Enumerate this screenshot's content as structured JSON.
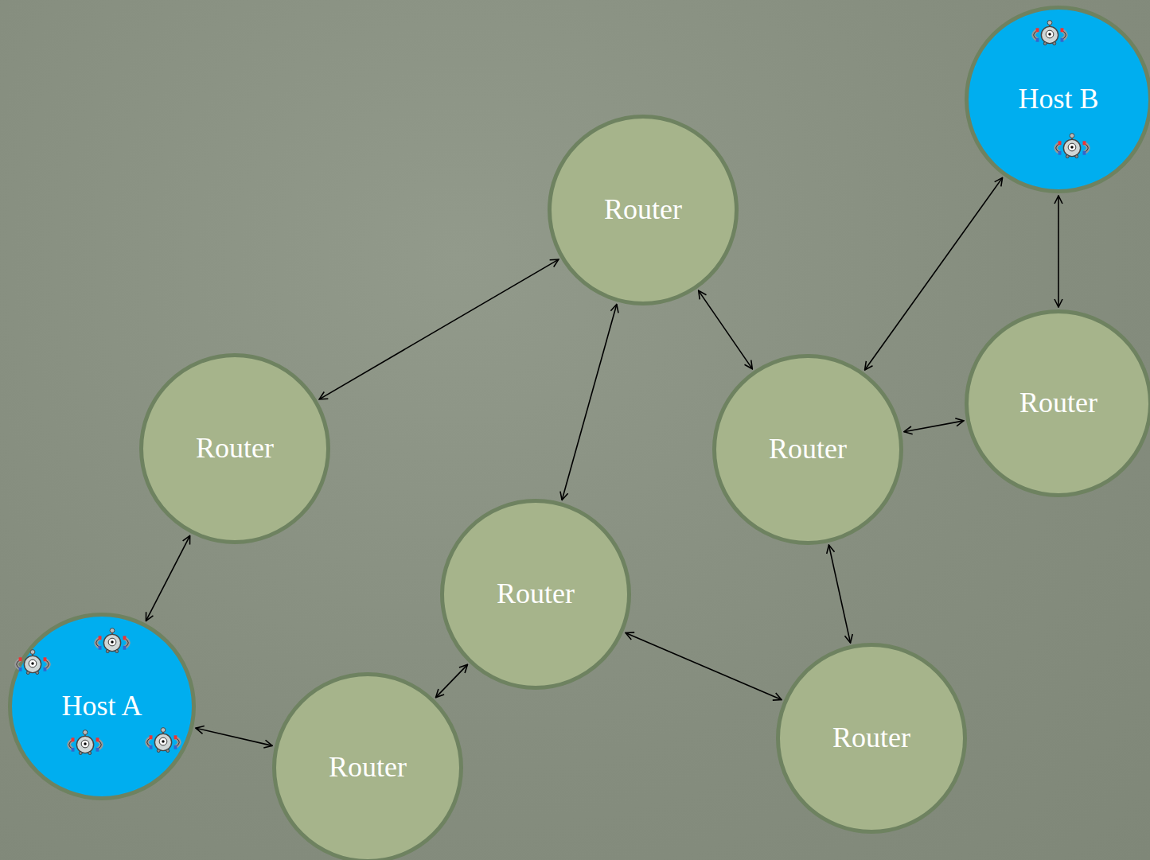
{
  "diagram": {
    "nodes": [
      {
        "text": [
          "Host B"
        ]
      },
      {
        "text": [
          "Router"
        ]
      },
      {
        "text": [
          "Router"
        ]
      },
      {
        "text": [
          "Router"
        ]
      },
      {
        "text": [
          "Router"
        ]
      },
      {
        "text": [
          "Router"
        ]
      },
      {
        "text": [
          "Host A"
        ]
      },
      {
        "text": [
          "Router"
        ]
      },
      {
        "text": [
          "Router"
        ]
      }
    ],
    "edges": [
      {
        "from": 3,
        "to": 1,
        "arrow": "both"
      },
      {
        "from": 1,
        "to": 5,
        "arrow": "both"
      },
      {
        "from": 1,
        "to": 4,
        "arrow": "both"
      },
      {
        "from": 4,
        "to": 0,
        "arrow": "both"
      },
      {
        "from": 0,
        "to": 2,
        "arrow": "both"
      },
      {
        "from": 4,
        "to": 2,
        "arrow": "both"
      },
      {
        "from": 4,
        "to": 7,
        "arrow": "both"
      },
      {
        "from": 5,
        "to": 7,
        "arrow": "both"
      },
      {
        "from": 5,
        "to": 8,
        "arrow": "both"
      },
      {
        "from": 6,
        "to": 8,
        "arrow": "both"
      },
      {
        "from": 6,
        "to": 3,
        "arrow": "both"
      }
    ]
  }
}
